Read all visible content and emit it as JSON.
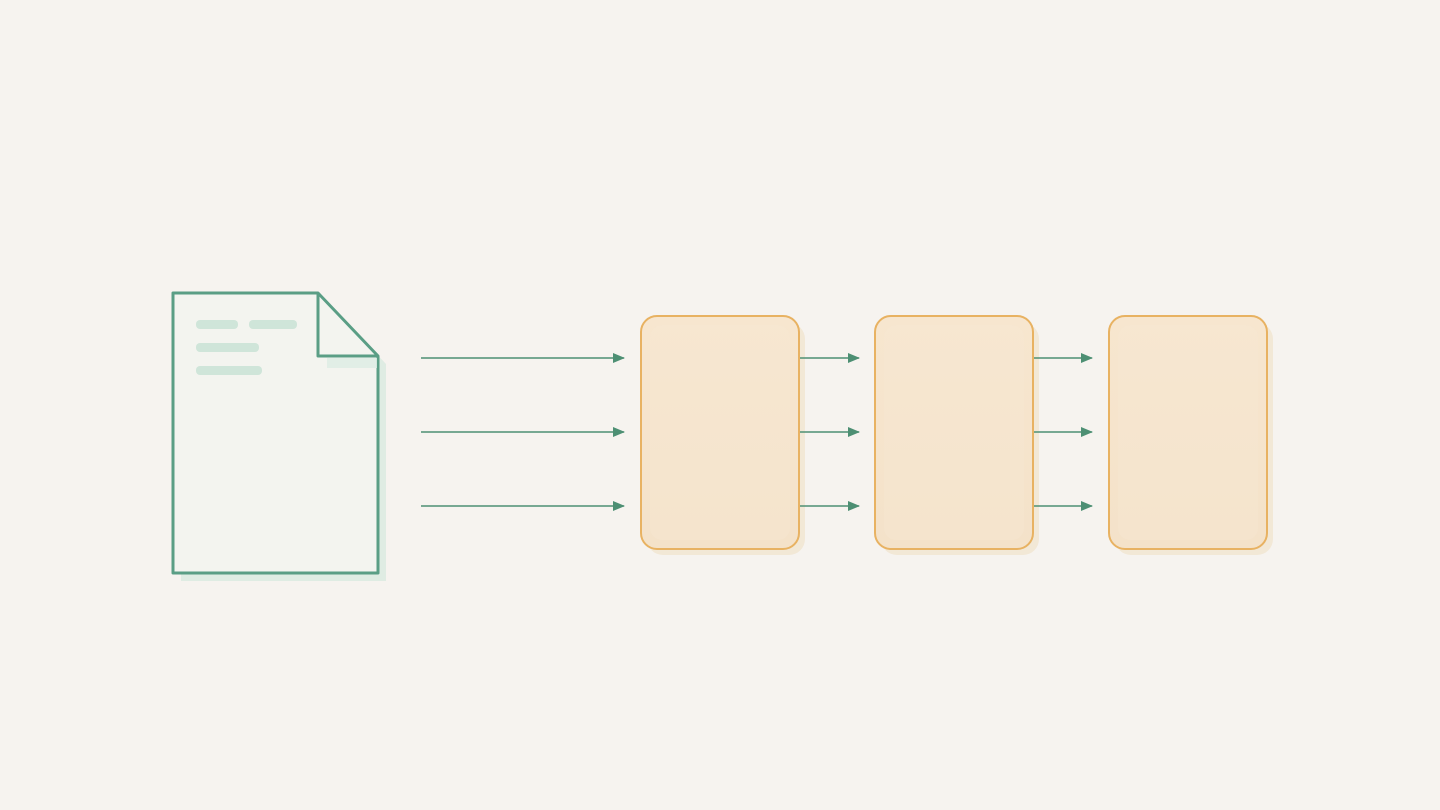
{
  "diagram": {
    "source": {
      "icon": "document-icon",
      "text_line_count": 4
    },
    "stages": [
      {
        "id": "stage-1"
      },
      {
        "id": "stage-2"
      },
      {
        "id": "stage-3"
      }
    ],
    "flows_per_link": 3,
    "colors": {
      "background": "#f6f3ef",
      "document_stroke": "#5a9e85",
      "document_fill": "#f3f4ef",
      "document_shadow": "#d7e9df",
      "document_lines": "#cfe5d9",
      "stage_stroke": "#e8b262",
      "stage_fill": "#f5e4cc",
      "stage_shadow": "#f1e2cc",
      "arrow": "#4d8f73"
    }
  }
}
